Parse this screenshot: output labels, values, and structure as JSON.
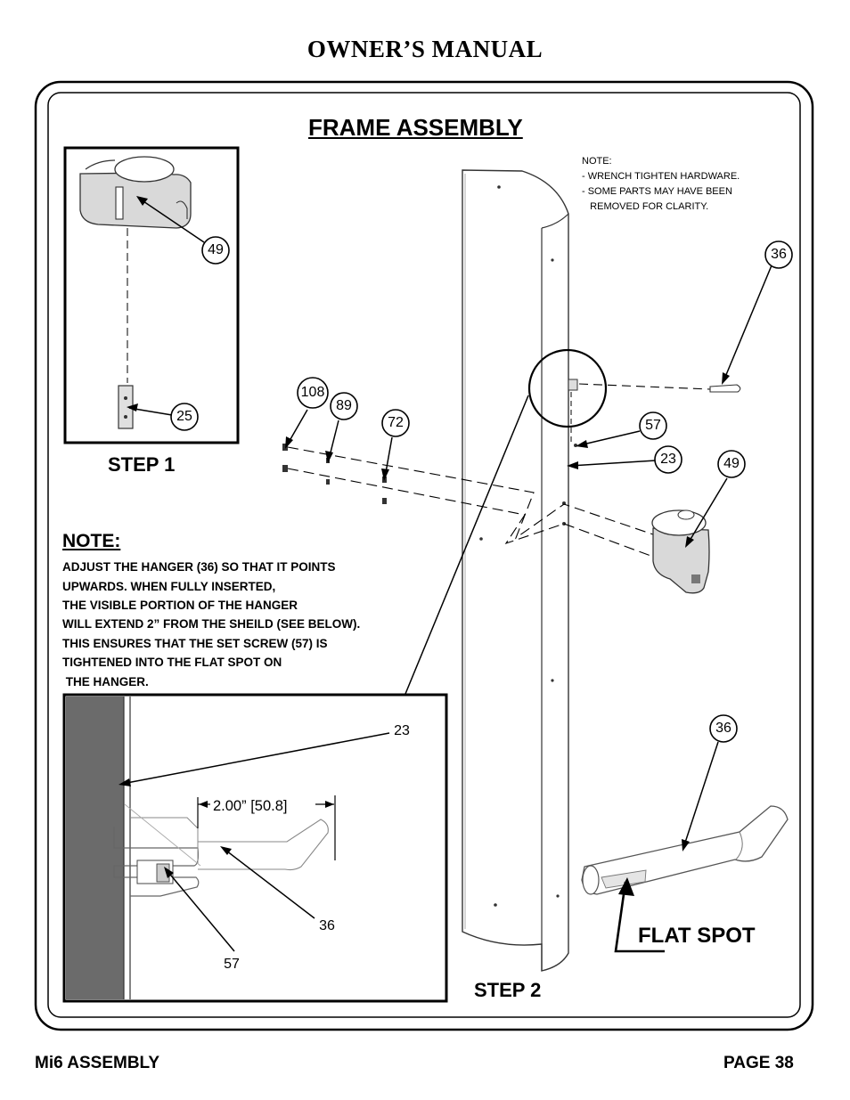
{
  "header": {
    "title": "OWNER’S MANUAL"
  },
  "section": {
    "title": "FRAME ASSEMBLY"
  },
  "hardware_note": {
    "heading": "NOTE:",
    "lines": [
      "-  WRENCH TIGHTEN HARDWARE.",
      "-  SOME PARTS MAY HAVE BEEN",
      "   REMOVED FOR CLARITY."
    ]
  },
  "steps": {
    "step1": "STEP 1",
    "step2": "STEP 2"
  },
  "note": {
    "heading": "NOTE:",
    "lines": [
      "ADJUST THE HANGER (36) SO THAT IT POINTS",
      "UPWARDS. WHEN FULLY INSERTED,",
      "THE VISIBLE PORTION OF THE HANGER",
      "WILL EXTEND 2” FROM THE SHEILD (SEE BELOW).",
      "THIS ENSURES THAT THE SET SCREW (57) IS",
      "TIGHTENED INTO THE FLAT SPOT ON",
      " THE HANGER."
    ]
  },
  "callouts": {
    "step1_49": "49",
    "step1_25": "25",
    "main_108": "108",
    "main_89": "89",
    "main_72": "72",
    "main_36": "36",
    "main_57": "57",
    "main_23": "23",
    "main_49": "49",
    "detail_23": "23",
    "detail_36": "36",
    "detail_57": "57",
    "hanger_36": "36"
  },
  "detail": {
    "dimension": "2.00” [50.8]"
  },
  "flat_spot_label": "FLAT SPOT",
  "footer": {
    "left": "Mi6 ASSEMBLY",
    "right": "PAGE 38"
  }
}
